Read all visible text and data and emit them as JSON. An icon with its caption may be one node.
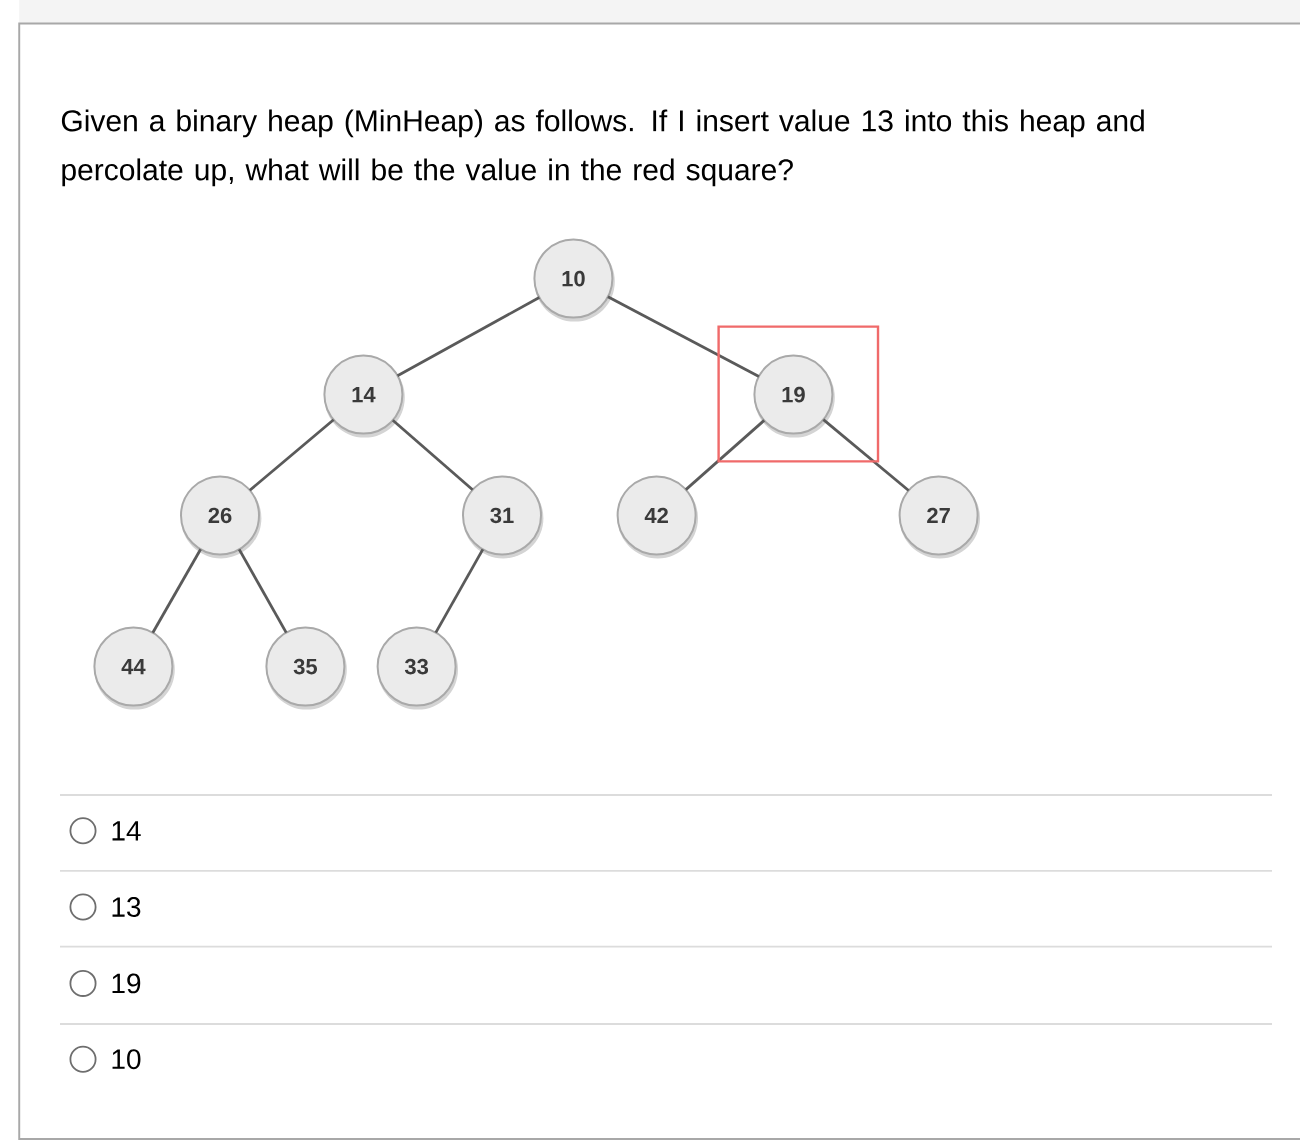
{
  "diagram": {
    "nodes": [
      {
        "text": [
          "10"
        ]
      },
      {
        "text": [
          "14"
        ]
      },
      {
        "text": [
          "19"
        ]
      },
      {
        "text": [
          "26"
        ]
      },
      {
        "text": [
          "31"
        ]
      },
      {
        "text": [
          "42"
        ]
      },
      {
        "text": [
          "27"
        ]
      },
      {
        "text": [
          "44"
        ]
      },
      {
        "text": [
          "35"
        ]
      },
      {
        "text": [
          "33"
        ]
      }
    ],
    "edges": [
      {
        "from": 0,
        "to": 1,
        "arrow": "none"
      },
      {
        "from": 0,
        "to": 2,
        "arrow": "none"
      },
      {
        "from": 1,
        "to": 3,
        "arrow": "none"
      },
      {
        "from": 1,
        "to": 4,
        "arrow": "none"
      },
      {
        "from": 2,
        "to": 5,
        "arrow": "none"
      },
      {
        "from": 2,
        "to": 6,
        "arrow": "none"
      },
      {
        "from": 3,
        "to": 7,
        "arrow": "none"
      },
      {
        "from": 3,
        "to": 8,
        "arrow": "none"
      },
      {
        "from": 4,
        "to": 9,
        "arrow": "none"
      }
    ],
    "labels": [
      "Given a binary heap (MinHeap) as follows. If I insert value 13 into this heap and percolate up, what will be the value in the red square?",
      "14",
      "13",
      "19",
      "10"
    ]
  }
}
